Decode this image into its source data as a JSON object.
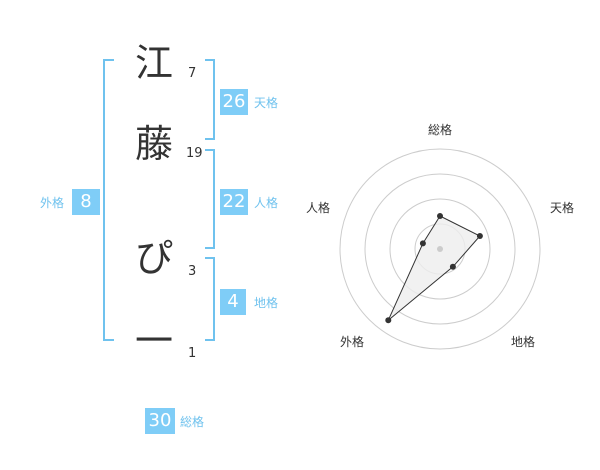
{
  "name": {
    "chars": [
      {
        "char": "江",
        "strokes": "7"
      },
      {
        "char": "藤",
        "strokes": "19"
      },
      {
        "char": "ぴ",
        "strokes": "3"
      },
      {
        "char": "一",
        "strokes": "1"
      }
    ]
  },
  "fortune": {
    "tenkaku": {
      "value": "26",
      "label": "天格"
    },
    "jinkaku": {
      "value": "22",
      "label": "人格"
    },
    "chikaku": {
      "value": "4",
      "label": "地格"
    },
    "gaikaku": {
      "value": "8",
      "label": "外格"
    },
    "soukaku": {
      "value": "30",
      "label": "総格"
    }
  },
  "colors": {
    "bracket": "#6fc2ee",
    "box": "#7fcdf7",
    "text": "#333333",
    "grid": "#cccccc",
    "polygon_fill": "#eeeeee"
  },
  "chart_data": {
    "type": "radar",
    "axes": [
      "総格",
      "天格",
      "地格",
      "外格",
      "人格"
    ],
    "values": [
      0.33,
      0.42,
      0.22,
      0.88,
      0.18
    ],
    "rmax": 1,
    "rings": 4
  }
}
